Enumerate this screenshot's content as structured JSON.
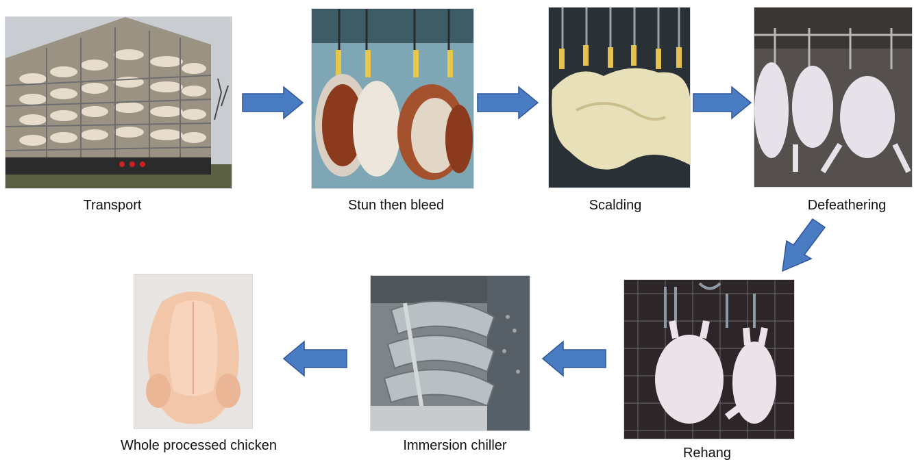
{
  "steps": [
    {
      "id": "transport",
      "label": "Transport",
      "image": "truck-of-chicken-crates-photo"
    },
    {
      "id": "stun-bleed",
      "label": "Stun then bleed",
      "image": "hanging-bleeding-chickens-photo"
    },
    {
      "id": "scalding",
      "label": "Scalding",
      "image": "scalded-chickens-photo"
    },
    {
      "id": "defeathering",
      "label": "Defeathering",
      "image": "defeathered-chickens-photo"
    },
    {
      "id": "rehang",
      "label": "Rehang",
      "image": "rehung-chickens-on-shackles-photo"
    },
    {
      "id": "immersion-chiller",
      "label": "Immersion chiller",
      "image": "auger-chiller-photo"
    },
    {
      "id": "whole-chicken",
      "label": "Whole processed chicken",
      "image": "whole-raw-chicken-photo"
    }
  ],
  "colors": {
    "arrow_fill": "#4a7cc4",
    "arrow_stroke": "#2f5597",
    "label_text": "#111111"
  }
}
